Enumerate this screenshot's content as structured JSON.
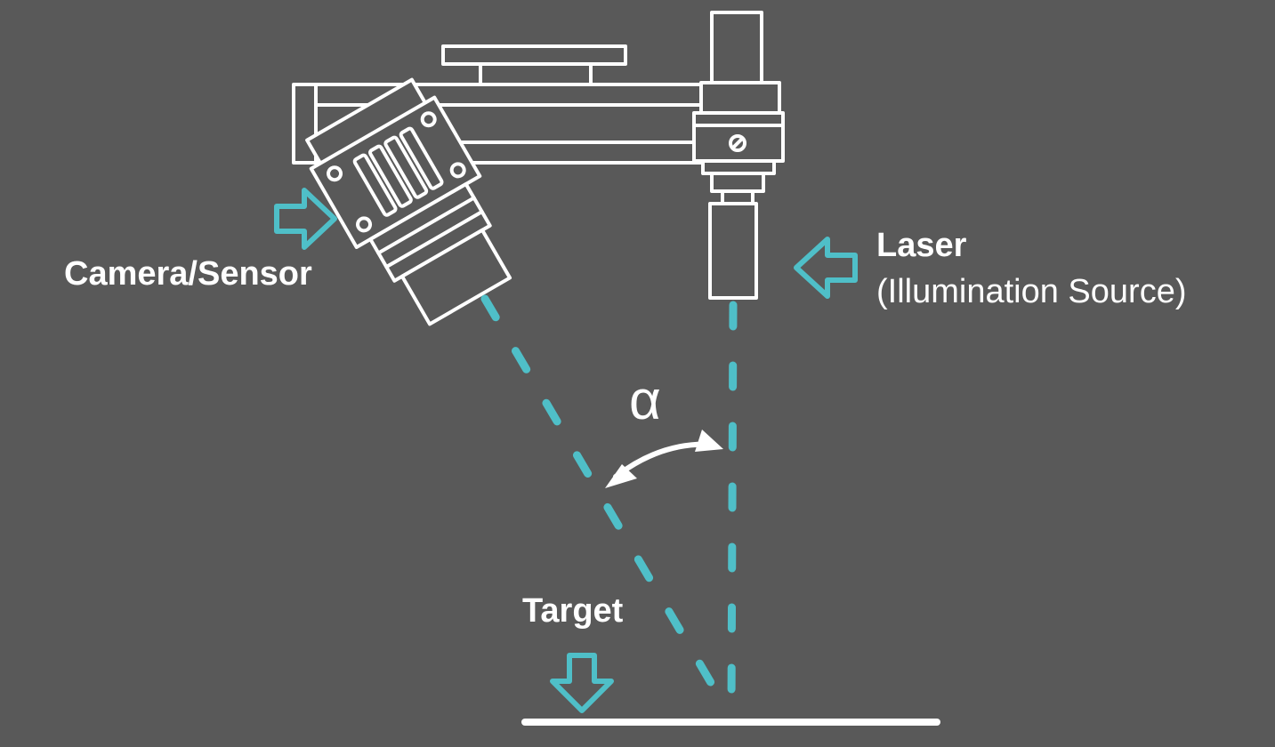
{
  "labels": {
    "camera": "Camera/Sensor",
    "laser": "Laser",
    "laser_sub": "(Illumination Source)",
    "target": "Target",
    "angle": "α"
  },
  "colors": {
    "background": "#595959",
    "accent": "#4fbfc8",
    "line": "#ffffff"
  },
  "icons": [
    "right-arrow-icon",
    "left-arrow-icon",
    "down-arrow-icon",
    "curved-double-arrow-icon"
  ]
}
